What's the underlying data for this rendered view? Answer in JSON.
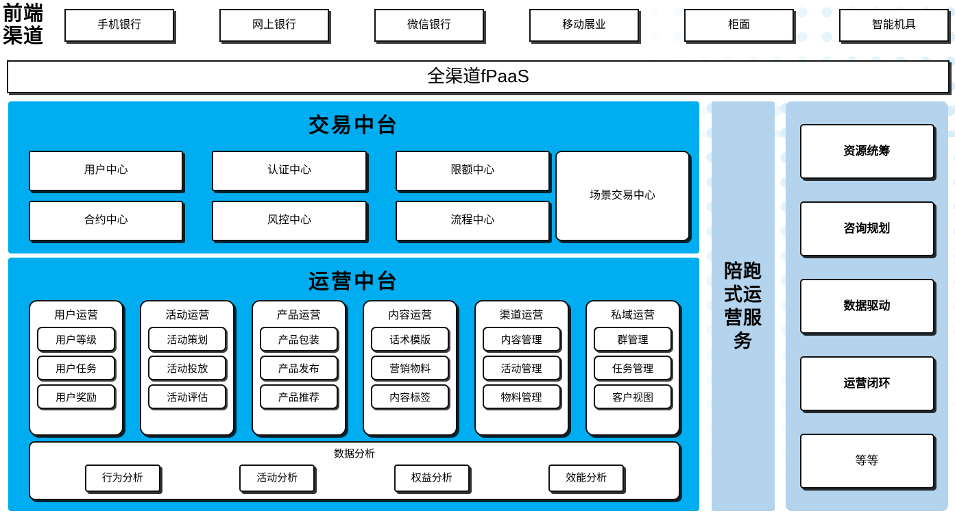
{
  "colors": {
    "vivid_blue": "#00adf0",
    "light_blue": "#b4d3ec",
    "dot_blue": "#d7eefb",
    "outline": "#111111"
  },
  "front_channel": {
    "label_line1": "前端",
    "label_line2": "渠道",
    "items": [
      {
        "label": "手机银行"
      },
      {
        "label": "网上银行"
      },
      {
        "label": "微信银行"
      },
      {
        "label": "移动展业"
      },
      {
        "label": "柜面"
      },
      {
        "label": "智能机具"
      }
    ]
  },
  "fpaas": {
    "label": "全渠道fPaaS"
  },
  "trade_platform": {
    "title": "交易中台",
    "centers": [
      {
        "label": "用户中心"
      },
      {
        "label": "认证中心"
      },
      {
        "label": "限额中心"
      },
      {
        "label": "合约中心"
      },
      {
        "label": "风控中心"
      },
      {
        "label": "流程中心"
      }
    ],
    "scene_center": {
      "label": "场景交易中心"
    }
  },
  "ops_platform": {
    "title": "运营中台",
    "columns": [
      {
        "title": "用户运营",
        "items": [
          "用户等级",
          "用户任务",
          "用户奖励"
        ]
      },
      {
        "title": "活动运营",
        "items": [
          "活动策划",
          "活动投放",
          "活动评估"
        ]
      },
      {
        "title": "产品运营",
        "items": [
          "产品包装",
          "产品发布",
          "产品推荐"
        ]
      },
      {
        "title": "内容运营",
        "items": [
          "话术模版",
          "营销物料",
          "内容标签"
        ]
      },
      {
        "title": "渠道运营",
        "items": [
          "内容管理",
          "活动管理",
          "物料管理"
        ]
      },
      {
        "title": "私域运营",
        "items": [
          "群管理",
          "任务管理",
          "客户视图"
        ]
      }
    ],
    "data_analysis": {
      "title": "数据分析",
      "items": [
        "行为分析",
        "活动分析",
        "权益分析",
        "效能分析"
      ]
    }
  },
  "accompany_service": {
    "label": "陪跑式运营服务"
  },
  "right_panel": {
    "items": [
      {
        "label": "资源统筹",
        "bold": true
      },
      {
        "label": "咨询规划",
        "bold": true
      },
      {
        "label": "数据驱动",
        "bold": true
      },
      {
        "label": "运营闭环",
        "bold": true
      },
      {
        "label": "等等",
        "bold": false
      }
    ]
  }
}
